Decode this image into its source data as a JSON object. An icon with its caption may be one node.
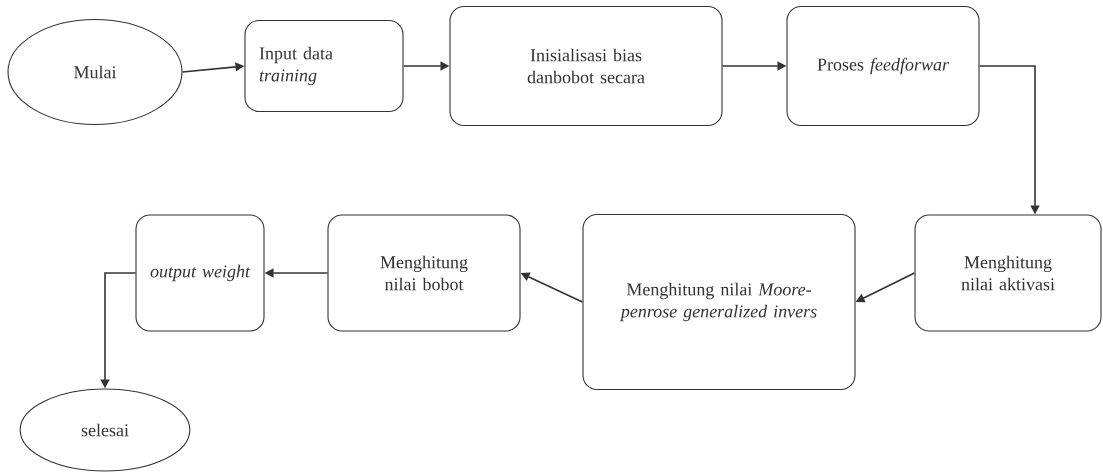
{
  "diagram": {
    "nodes": [
      {
        "text": [
          "Mulai"
        ]
      },
      {
        "text": [
          "Input data *training*"
        ]
      },
      {
        "text": [
          "Inisialisasi bias danbobot secara"
        ]
      },
      {
        "text": [
          "Proses *feedforwar*"
        ]
      },
      {
        "text": [
          "Menghitung nilai aktivasi"
        ]
      },
      {
        "text": [
          "Menghitung nilai *Moore-penrose generalized invers*"
        ]
      },
      {
        "text": [
          "Menghitung nilai bobot"
        ]
      },
      {
        "text": [
          "output weight"
        ]
      },
      {
        "text": [
          "selesai"
        ]
      }
    ],
    "edges": [
      {
        "from": 0,
        "to": 1,
        "arrow": "to"
      },
      {
        "from": 1,
        "to": 2,
        "arrow": "to"
      },
      {
        "from": 2,
        "to": 3,
        "arrow": "to"
      },
      {
        "from": 3,
        "to": 4,
        "arrow": "to"
      },
      {
        "from": 4,
        "to": 5,
        "arrow": "to"
      },
      {
        "from": 5,
        "to": 6,
        "arrow": "to"
      },
      {
        "from": 6,
        "to": 7,
        "arrow": "to"
      },
      {
        "from": 7,
        "to": 8,
        "arrow": "to"
      }
    ]
  }
}
